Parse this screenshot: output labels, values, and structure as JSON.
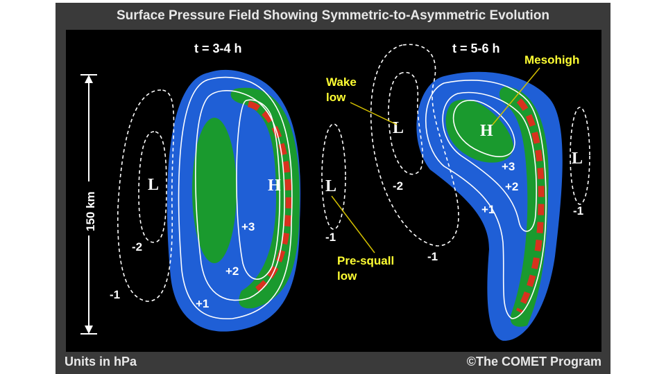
{
  "title": "Surface Pressure Field Showing Symmetric-to-Asymmetric Evolution",
  "footer": {
    "units": "Units in hPa",
    "credit": "©The COMET Program"
  },
  "scale": {
    "label": "150 km"
  },
  "panels": [
    {
      "time": "t = 3-4 h",
      "high_symbol": "H",
      "low_symbol": "L",
      "contours": [
        "+1",
        "+2",
        "+3",
        "-1",
        "-2"
      ]
    },
    {
      "time": "t = 5-6 h",
      "high_symbol": "H",
      "low_symbol": "L",
      "contours": [
        "+1",
        "+2",
        "+3",
        "-1",
        "-2"
      ]
    }
  ],
  "center_low": {
    "symbol": "L",
    "contour": "-1"
  },
  "annotations": {
    "wake_low": [
      "Wake",
      "low"
    ],
    "pre_squall_low": [
      "Pre-squall",
      "low"
    ],
    "mesohigh": "Mesohigh"
  },
  "colors": {
    "background": "#000000",
    "frame": "#3a3a3a",
    "blue": "#1f5fd6",
    "green": "#1a9a2e",
    "red": "#d8321e",
    "label_yellow": "#ffff33",
    "contour": "#ffffff"
  }
}
